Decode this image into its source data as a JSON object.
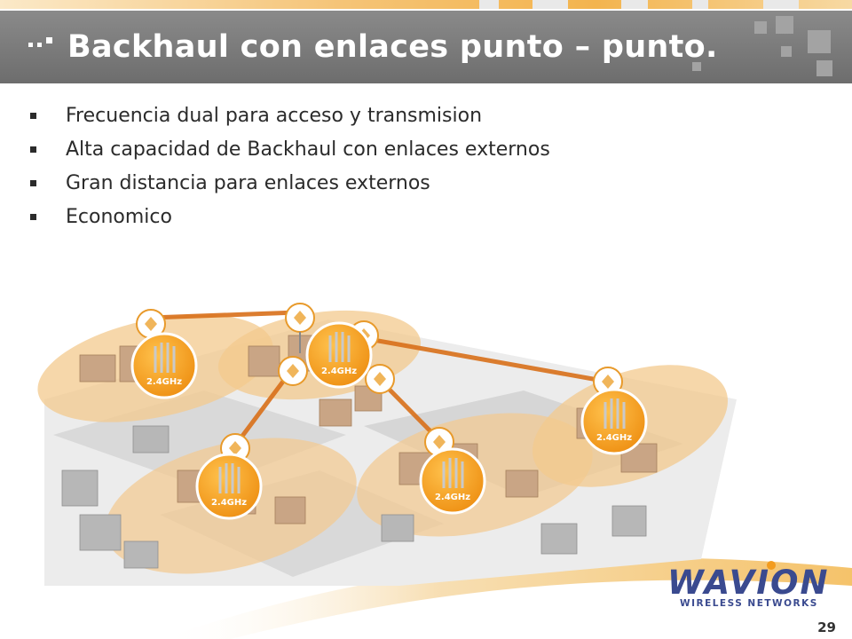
{
  "slide": {
    "title": "Backhaul con enlaces punto – punto.",
    "bullets": [
      "Frecuencia dual para acceso y transmision",
      "Alta capacidad de Backhaul con enlaces externos",
      "Gran distancia para enlaces externos",
      "Economico"
    ],
    "page_number": "29"
  },
  "illustration": {
    "node_label": "2.4GHz",
    "node_count": 5
  },
  "logo": {
    "wordmark": "WAVION",
    "subtitle": "WIRELESS NETWORKS"
  },
  "colors": {
    "title_band": "#6d6d6d",
    "accent_orange": "#f39c1f",
    "cell_fill": "#f5d3a1",
    "logo_blue": "#3a4a8f"
  }
}
